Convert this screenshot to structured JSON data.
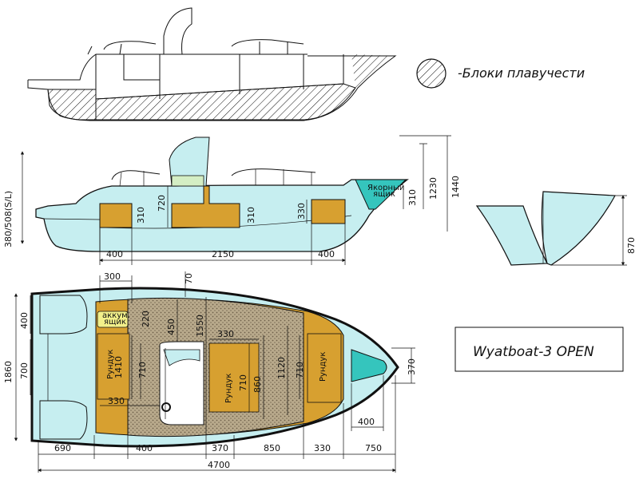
{
  "legend": {
    "label": "-Блоки плавучести"
  },
  "title_box": {
    "text": "Wyatboat-3 OPEN"
  },
  "side_view": {
    "dims": {
      "draft": "380/508(S/L)",
      "seat1_h": "310",
      "console_h": "720",
      "seat2_h": "310",
      "seat3_h": "330",
      "bow_h": "310",
      "h1230": "1230",
      "h1440": "1440",
      "len_400a": "400",
      "len_2150": "2150",
      "len_400b": "400"
    },
    "anchor_label_1": "Якорный",
    "anchor_label_2": "ящик"
  },
  "section_view": {
    "height": "870"
  },
  "plan_view": {
    "dims": {
      "top_300": "300",
      "top_70": "70",
      "w_1860": "1860",
      "w_400": "400",
      "w_700": "700",
      "box_220": "220",
      "d_450": "450",
      "d_1550": "1550",
      "d_1410": "1410",
      "d_710a": "710",
      "d_330a": "330",
      "d_330b": "330",
      "d_710b": "710",
      "d_860": "860",
      "d_1120": "1120",
      "d_710c": "710",
      "d_400_bow": "400",
      "d_370_bow": "370",
      "b_690": "690",
      "b_400": "400",
      "b_370": "370",
      "b_850": "850",
      "b_330": "330",
      "b_750": "750",
      "total": "4700"
    },
    "locker_label": "Рундук",
    "battery_label_1": "аккум.",
    "battery_label_2": "ящик"
  },
  "colors": {
    "float_fill": "#c6eef0",
    "seat_fill": "#d7a030",
    "deck_fill": "#b7a78a",
    "console_green": "#d4eec4",
    "bow_teal": "#35c5bd",
    "battery_yellow": "#f3f08a"
  }
}
